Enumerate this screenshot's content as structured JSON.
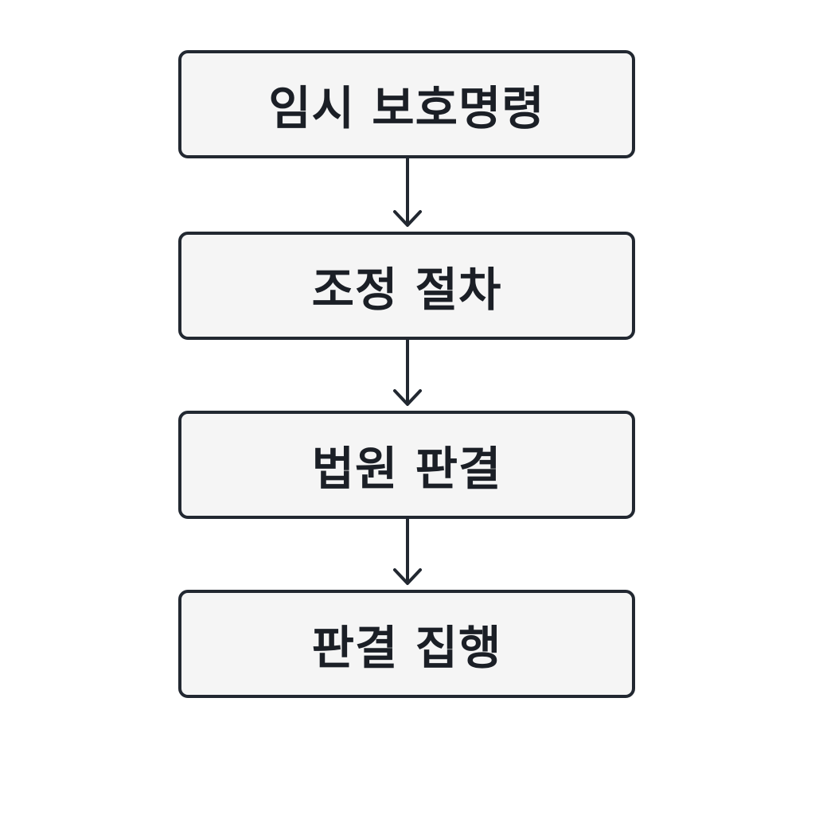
{
  "flowchart": {
    "steps": [
      {
        "label": "임시 보호명령"
      },
      {
        "label": "조정 절차"
      },
      {
        "label": "법원 판결"
      },
      {
        "label": "판결 집행"
      }
    ],
    "connectors": [
      {
        "from": 0,
        "to": 1
      },
      {
        "from": 1,
        "to": 2
      },
      {
        "from": 2,
        "to": 3
      }
    ],
    "colors": {
      "stroke": "#222831",
      "box_fill": "#f5f5f5",
      "text": "#1b1f26",
      "background": "#ffffff"
    }
  }
}
